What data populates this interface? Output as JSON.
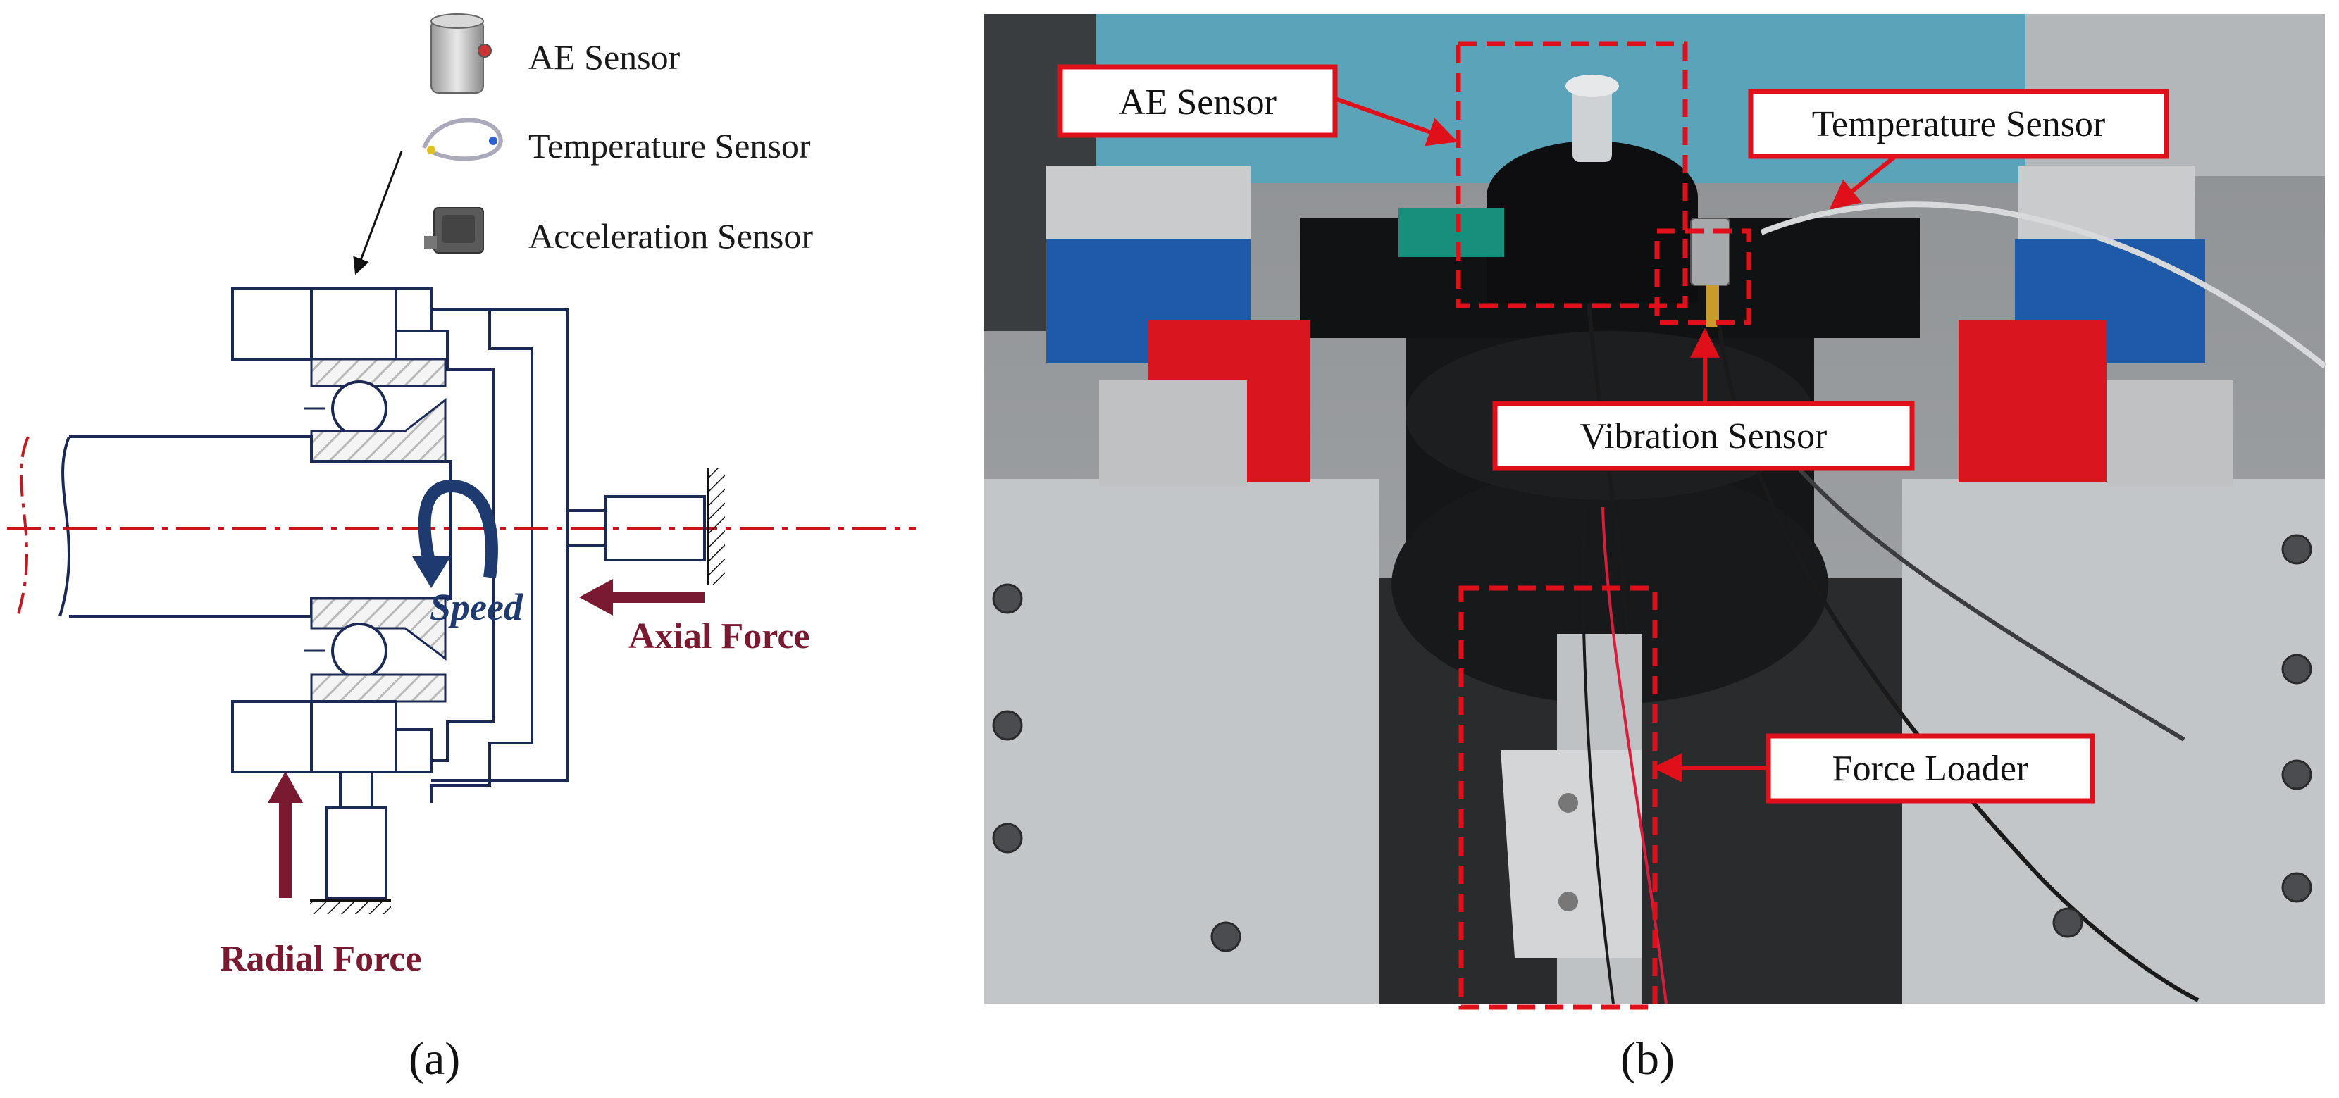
{
  "panel_a": {
    "legend": {
      "ae_sensor": "AE Sensor",
      "temperature_sensor": "Temperature Sensor",
      "acceleration_sensor": "Acceleration Sensor"
    },
    "speed_label": "Speed",
    "axial_force_label": "Axial Force",
    "radial_force_label": "Radial Force",
    "caption": "(a)"
  },
  "panel_b": {
    "callouts": {
      "ae_sensor": "AE Sensor",
      "temperature_sensor": "Temperature Sensor",
      "vibration_sensor": "Vibration Sensor",
      "force_loader": "Force Loader"
    },
    "caption": "(b)"
  },
  "colors": {
    "diagram_line": "#1b2a55",
    "force_arrow": "#7a1a30",
    "speed_arrow": "#1f3a6e",
    "callout_red": "#e0101a"
  }
}
